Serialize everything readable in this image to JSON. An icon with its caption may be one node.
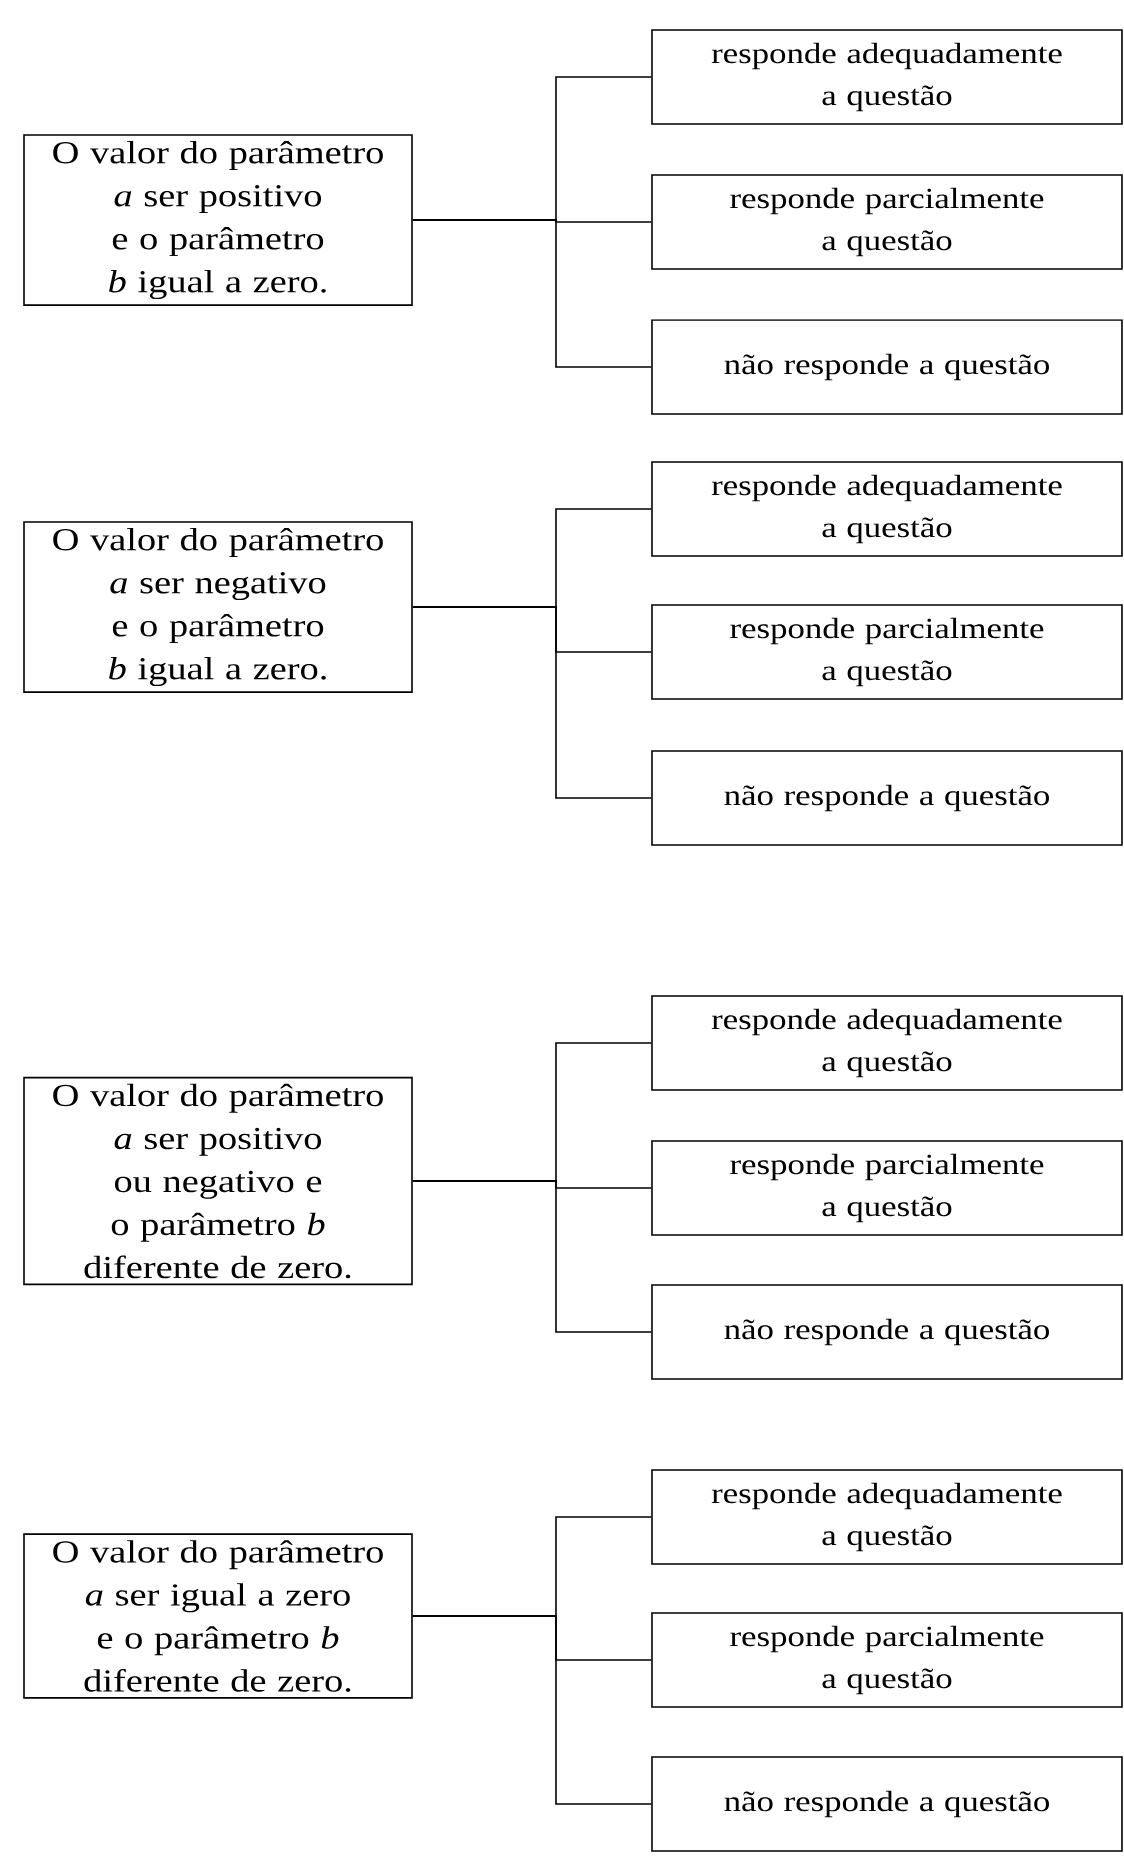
{
  "diagram": {
    "nodes": [
      {
        "text": [
          "O valor do parâmetro *a* ser positivo e o parâmetro *b* igual a zero."
        ]
      },
      {
        "text": [
          "responde adequadamente a questão"
        ]
      },
      {
        "text": [
          "responde parcialmente a questão"
        ]
      },
      {
        "text": [
          "não responde a questão"
        ]
      },
      {
        "text": [
          "O valor do parâmetro *a* ser negativo e o parâmetro *b* igual a zero."
        ]
      },
      {
        "text": [
          "responde adequadamente a questão"
        ]
      },
      {
        "text": [
          "responde parcialmente a questão"
        ]
      },
      {
        "text": [
          "não responde a questão"
        ]
      },
      {
        "text": [
          "O valor do parâmetro *a* ser positivo ou negativo e o parâmetro *b* diferente de zero."
        ]
      },
      {
        "text": [
          "responde adequadamente a questão"
        ]
      },
      {
        "text": [
          "responde parcialmente a questão"
        ]
      },
      {
        "text": [
          "não responde a questão"
        ]
      },
      {
        "text": [
          "O valor do parâmetro *a* ser igual a zero e o parâmetro *b* diferente de zero."
        ]
      },
      {
        "text": [
          "responde adequadamente a questão"
        ]
      },
      {
        "text": [
          "responde parcialmente a questão"
        ]
      },
      {
        "text": [
          "não responde a questão"
        ]
      }
    ],
    "edges": [
      {
        "from": 0,
        "to": 1,
        "arrow": "none"
      },
      {
        "from": 0,
        "to": 2,
        "arrow": "none"
      },
      {
        "from": 0,
        "to": 3,
        "arrow": "none"
      },
      {
        "from": 4,
        "to": 5,
        "arrow": "none"
      },
      {
        "from": 4,
        "to": 6,
        "arrow": "none"
      },
      {
        "from": 4,
        "to": 7,
        "arrow": "none"
      },
      {
        "from": 8,
        "to": 9,
        "arrow": "none"
      },
      {
        "from": 8,
        "to": 10,
        "arrow": "none"
      },
      {
        "from": 8,
        "to": 11,
        "arrow": "none"
      },
      {
        "from": 12,
        "to": 13,
        "arrow": "none"
      },
      {
        "from": 12,
        "to": 14,
        "arrow": "none"
      },
      {
        "from": 12,
        "to": 15,
        "arrow": "none"
      }
    ]
  }
}
